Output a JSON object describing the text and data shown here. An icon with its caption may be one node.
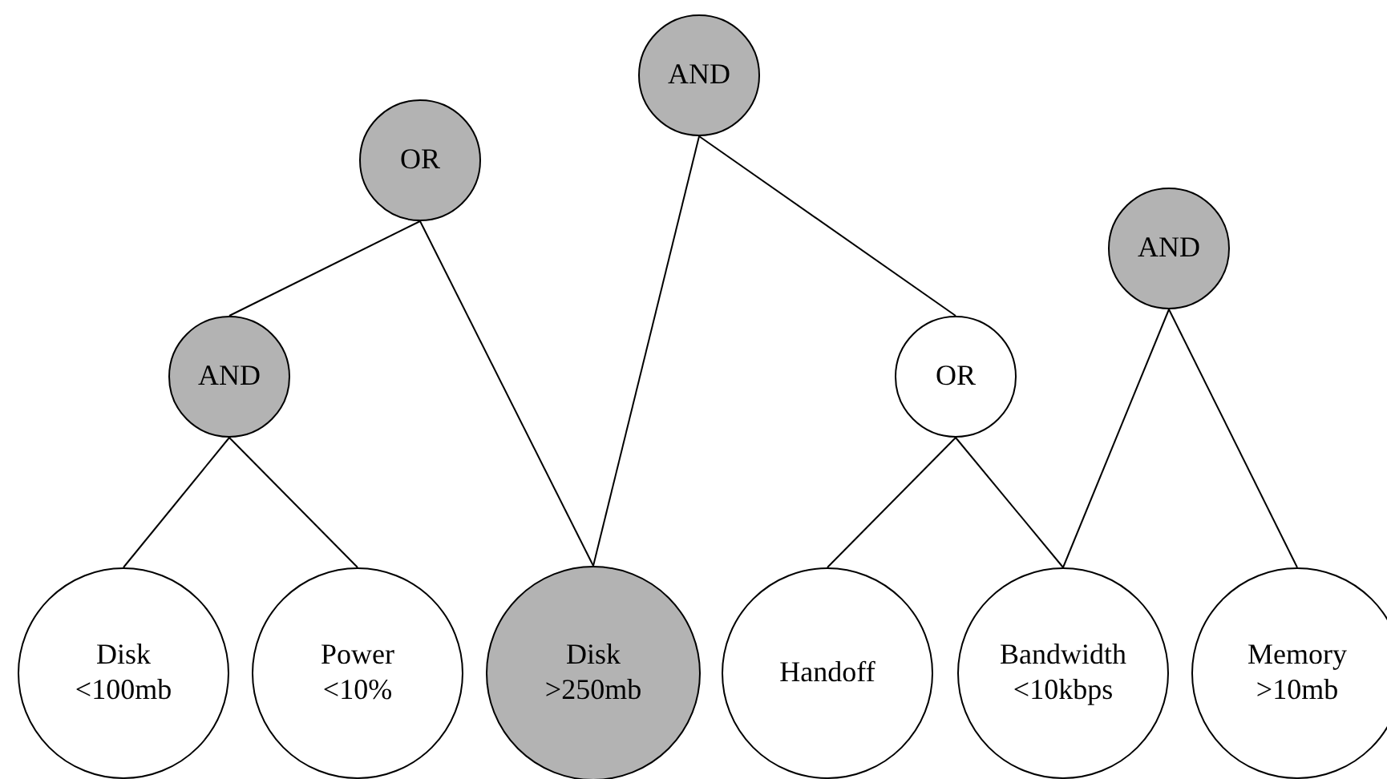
{
  "diagram": {
    "nodes": [
      {
        "text": [
          "AND"
        ]
      },
      {
        "text": [
          "OR"
        ]
      },
      {
        "text": [
          "AND"
        ]
      },
      {
        "text": [
          "AND"
        ]
      },
      {
        "text": [
          "OR"
        ]
      },
      {
        "text": [
          "Disk <100mb"
        ]
      },
      {
        "text": [
          "Power <10%"
        ]
      },
      {
        "text": [
          "Disk >250mb"
        ]
      },
      {
        "text": [
          "Handoff"
        ]
      },
      {
        "text": [
          "Bandwidth <10kbps"
        ]
      },
      {
        "text": [
          "Memory >10mb"
        ]
      }
    ],
    "edges": [
      {
        "from": 1,
        "to": 3,
        "arrow": "none"
      },
      {
        "from": 1,
        "to": 7,
        "arrow": "none"
      },
      {
        "from": 0,
        "to": 7,
        "arrow": "none"
      },
      {
        "from": 0,
        "to": 4,
        "arrow": "none"
      },
      {
        "from": 2,
        "to": 9,
        "arrow": "none"
      },
      {
        "from": 2,
        "to": 10,
        "arrow": "none"
      },
      {
        "from": 3,
        "to": 5,
        "arrow": "none"
      },
      {
        "from": 3,
        "to": 6,
        "arrow": "none"
      },
      {
        "from": 4,
        "to": 8,
        "arrow": "none"
      },
      {
        "from": 4,
        "to": 9,
        "arrow": "none"
      }
    ]
  }
}
